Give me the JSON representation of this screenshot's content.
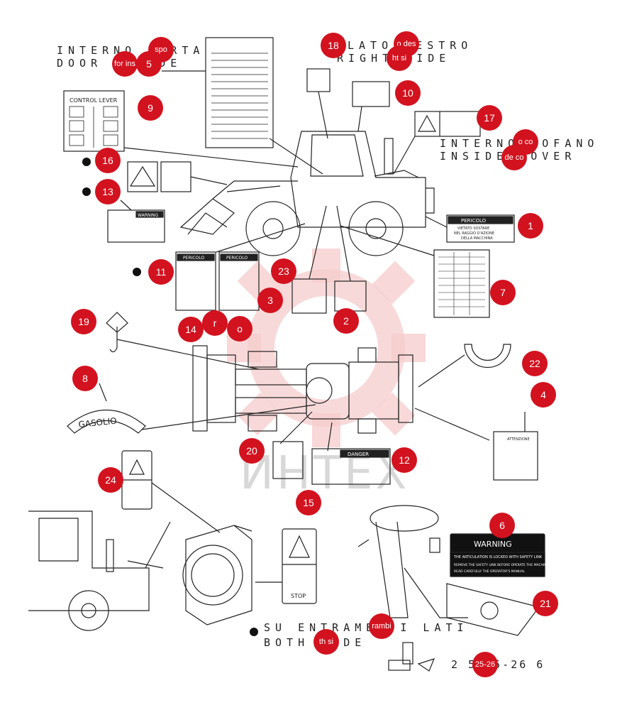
{
  "captions": {
    "door_line1": "INTERNO PORTA",
    "door_line2": "DOOR INSIDE",
    "right_line1": "LATO DESTRO",
    "right_line2": "RIGHT SIDE",
    "hood_line1": "INTERNO COFANO",
    "hood_line2": "INSIDE COVER",
    "both_line1": "SU ENTRAMBI I LATI",
    "both_line2": "BOTH SIDE",
    "part_number": "2 5 25-26 6"
  },
  "watermark": "ИНТЕХ",
  "decals": {
    "control_lever": "CONTROL LEVER",
    "warning": "WARNING",
    "pericolo": "PERICOLO",
    "vietato_sostare": "VIETATO SOSTARE",
    "raggio_azione": "NEL RAGGIO D'AZIONE",
    "della_macchina": "DELLA MACCHINA",
    "gasolio": "GASOLIO",
    "danger": "DANGER",
    "attenzione": "ATTENZIONE",
    "stop": "STOP",
    "articulation_locked": "THE ARTICULATION IS LOCKED WITH SAFETY LINK",
    "remove_link": "REMOVE THE SAFETY LINK BEFORE OPERATE THE MACHINE",
    "read_manual": "READ CAREFULLY THE OPERATOR'S MANUAL"
  },
  "callouts": [
    {
      "label": "1"
    },
    {
      "label": "2"
    },
    {
      "label": "3"
    },
    {
      "label": "4"
    },
    {
      "label": "5"
    },
    {
      "label": "6"
    },
    {
      "label": "7"
    },
    {
      "label": "8"
    },
    {
      "label": "9"
    },
    {
      "label": "10"
    },
    {
      "label": "11"
    },
    {
      "label": "12"
    },
    {
      "label": "13"
    },
    {
      "label": "14"
    },
    {
      "label": "15"
    },
    {
      "label": "16"
    },
    {
      "label": "17"
    },
    {
      "label": "18"
    },
    {
      "label": "19"
    },
    {
      "label": "20"
    },
    {
      "label": "21"
    },
    {
      "label": "22"
    },
    {
      "label": "23"
    },
    {
      "label": "24"
    },
    {
      "label": "spo"
    },
    {
      "label": "for ins"
    },
    {
      "label": "o des"
    },
    {
      "label": "ht si"
    },
    {
      "label": "o co"
    },
    {
      "label": "de co"
    },
    {
      "label": "r"
    },
    {
      "label": "o"
    },
    {
      "label": "rambi"
    },
    {
      "label": "th si"
    },
    {
      "label": "25-26"
    }
  ]
}
